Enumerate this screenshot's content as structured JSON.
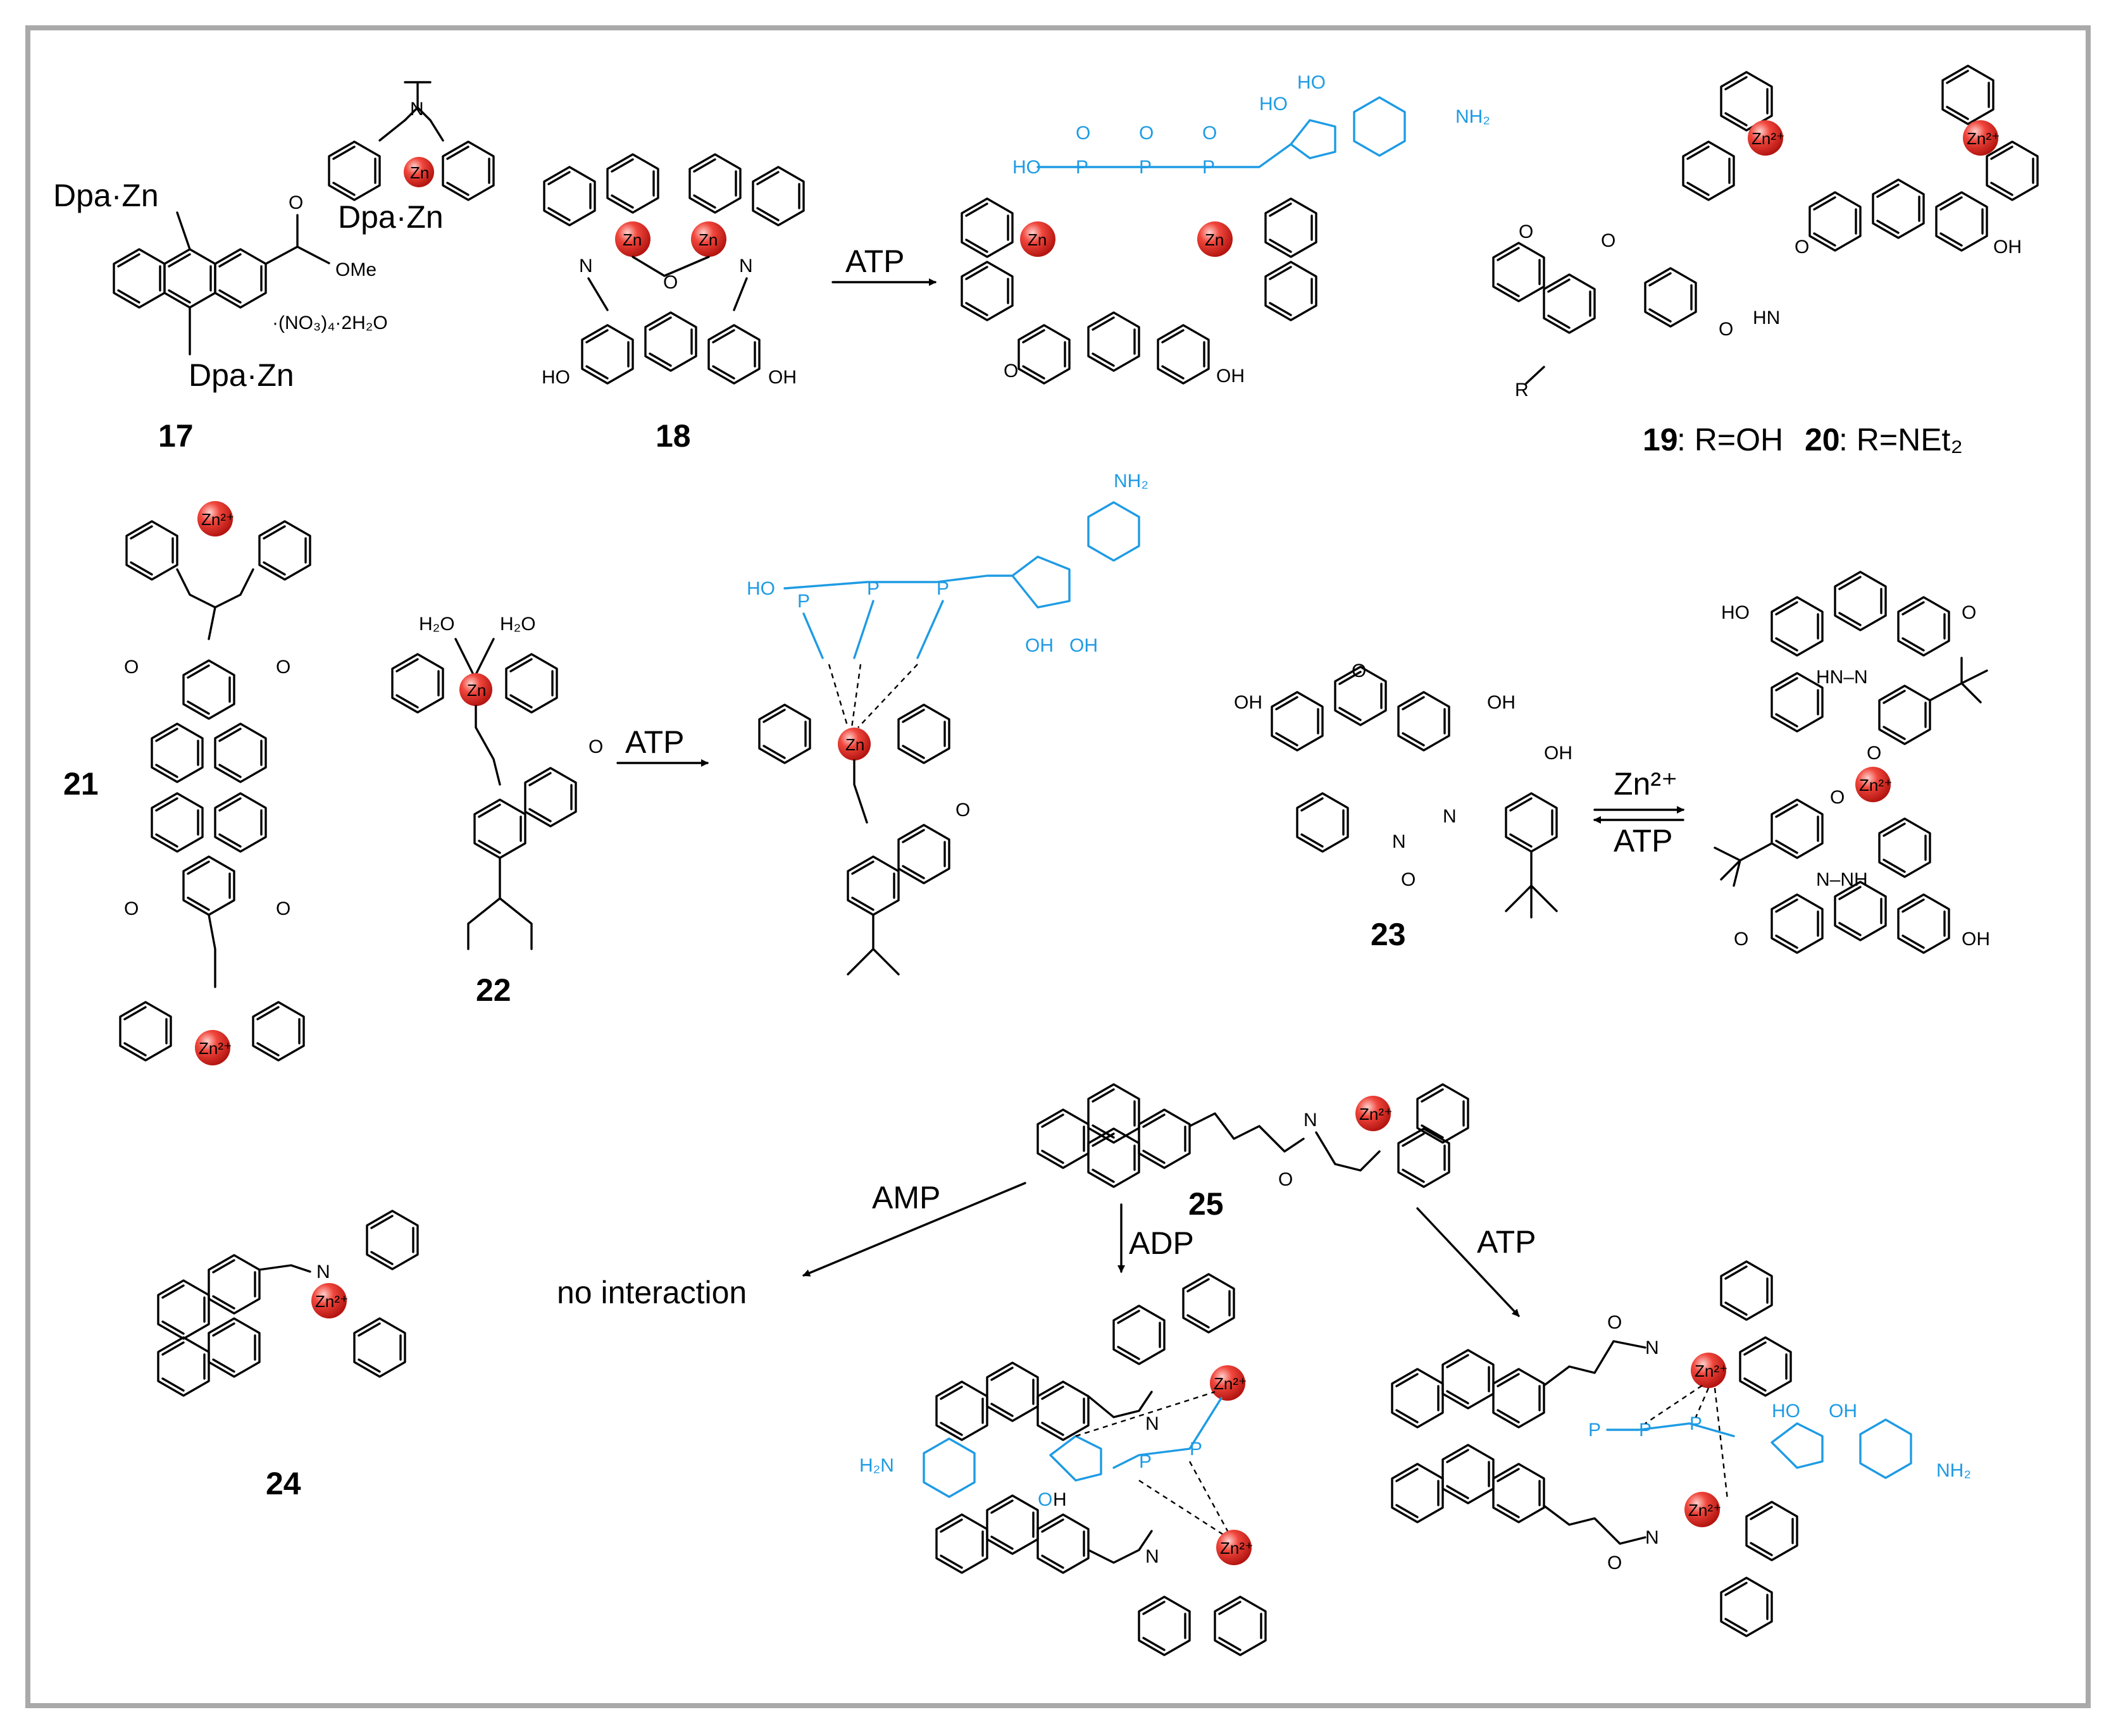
{
  "labels": {
    "c17": "17",
    "c18": "18",
    "c19": "19",
    "c19_r": ": R=OH",
    "c20": "20",
    "c20_r": ": R=NEt₂",
    "c21": "21",
    "c22": "22",
    "c23": "23",
    "c24": "24",
    "c25": "25"
  },
  "arrows": {
    "atp_18": "ATP",
    "atp_22": "ATP",
    "zn_23": "Zn²⁺",
    "atp_23": "ATP",
    "amp_25": "AMP",
    "adp_25": "ADP",
    "atp_25": "ATP",
    "no_interaction": "no interaction"
  },
  "groups": {
    "dpa_zn": "Dpa·Zn",
    "ome": "OMe",
    "nitrate": "·(NO₃)₄·2H₂O",
    "zn": "Zn",
    "zn2": "Zn²⁺",
    "n": "N",
    "o": "O",
    "oh": "OH",
    "ho": "HO",
    "h2o": "H₂O",
    "nh2": "NH₂",
    "h2n": "H₂N",
    "hn": "HN",
    "nh": "NH",
    "r": "R",
    "p": "P",
    "hn_n": "HN–N",
    "n_nh": "N–NH",
    "h": "H"
  },
  "colors": {
    "background": "#ffffff",
    "frame": "#a9a9a9",
    "ligand": "#000000",
    "nucleotide": "#1e9be4",
    "zinc_sphere": "#e8201c"
  }
}
